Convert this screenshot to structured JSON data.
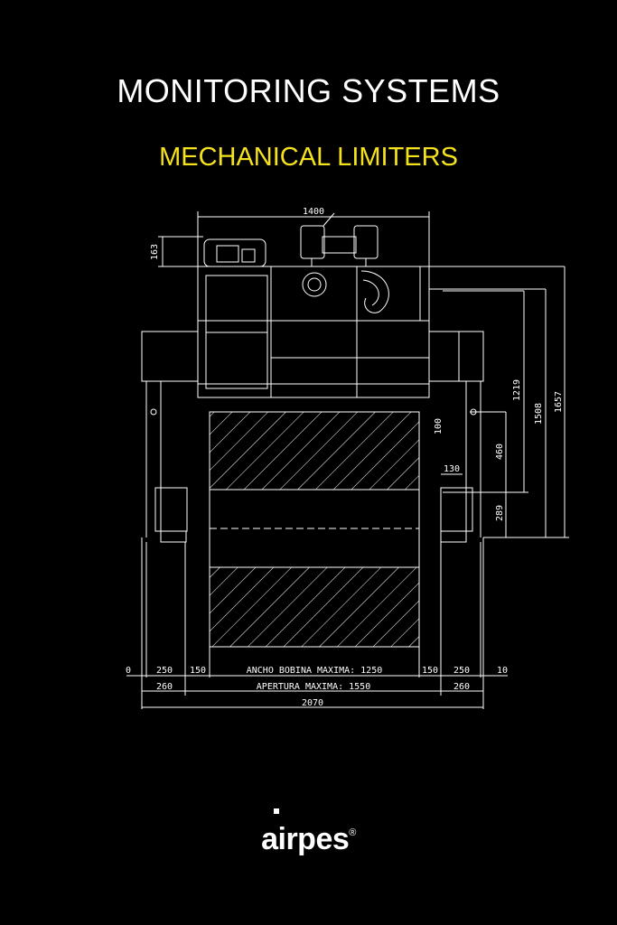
{
  "header": {
    "title": "MONITORING SYSTEMS",
    "subtitle": "MECHANICAL LIMITERS"
  },
  "drawing": {
    "dims": {
      "top_width": "1400",
      "height_163": "163",
      "h_1219": "1219",
      "h_1508": "1508",
      "h_1657": "1657",
      "h_100": "100",
      "h_460": "460",
      "h_130": "130",
      "h_289": "289",
      "row1_0": "0",
      "row1_250_l": "250",
      "row1_150_l": "150",
      "row1_center": "ANCHO BOBINA MAXIMA: 1250",
      "row1_150_r": "150",
      "row1_250_r": "250",
      "row1_10": "10",
      "row2_260_l": "260",
      "row2_center": "APERTURA MAXIMA: 1550",
      "row2_260_r": "260",
      "row3_total": "2070"
    }
  },
  "footer": {
    "brand": "airpes",
    "registered": "®"
  },
  "colors": {
    "background": "#000000",
    "title": "#ffffff",
    "subtitle": "#f5e11c",
    "lines": "#ffffff"
  }
}
